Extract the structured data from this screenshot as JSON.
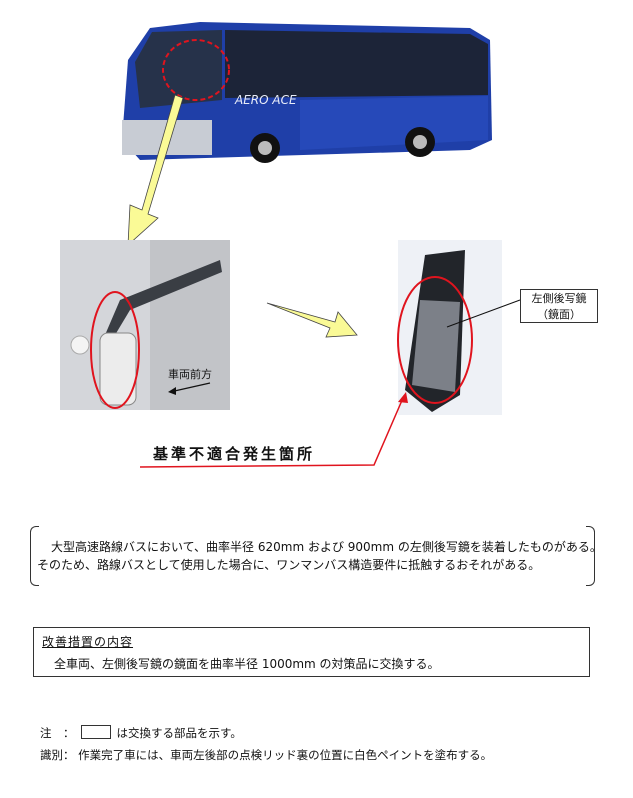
{
  "figure": {
    "bus_brand": "AERO ACE",
    "direction_label": "車両前方",
    "callout_line1": "左側後写鏡",
    "callout_line2": "（鏡面）",
    "nonconformity_label": "基準不適合発生箇所"
  },
  "summary": {
    "line1": "大型高速路線バスにおいて、曲率半径 620mm および 900mm の左側後写鏡を装着したものがある。",
    "line2": "そのため、路線バスとして使用した場合に、ワンマンバス構造要件に抵触するおそれがある。"
  },
  "remedy": {
    "title": "改善措置の内容",
    "body": "全車両、左側後写鏡の鏡面を曲率半径 1000mm の対策品に交換する。"
  },
  "notes": {
    "note_label": "注　：",
    "note_text": "は交換する部品を示す。",
    "id_label": "識別：",
    "id_text": "作業完了車には、車両左後部の点検リッド裏の位置に白色ペイントを塗布する。"
  },
  "colors": {
    "bus_blue": "#1f3fa8",
    "highlight_red": "#e0141e",
    "arrow_yellow": "#fafa96"
  }
}
